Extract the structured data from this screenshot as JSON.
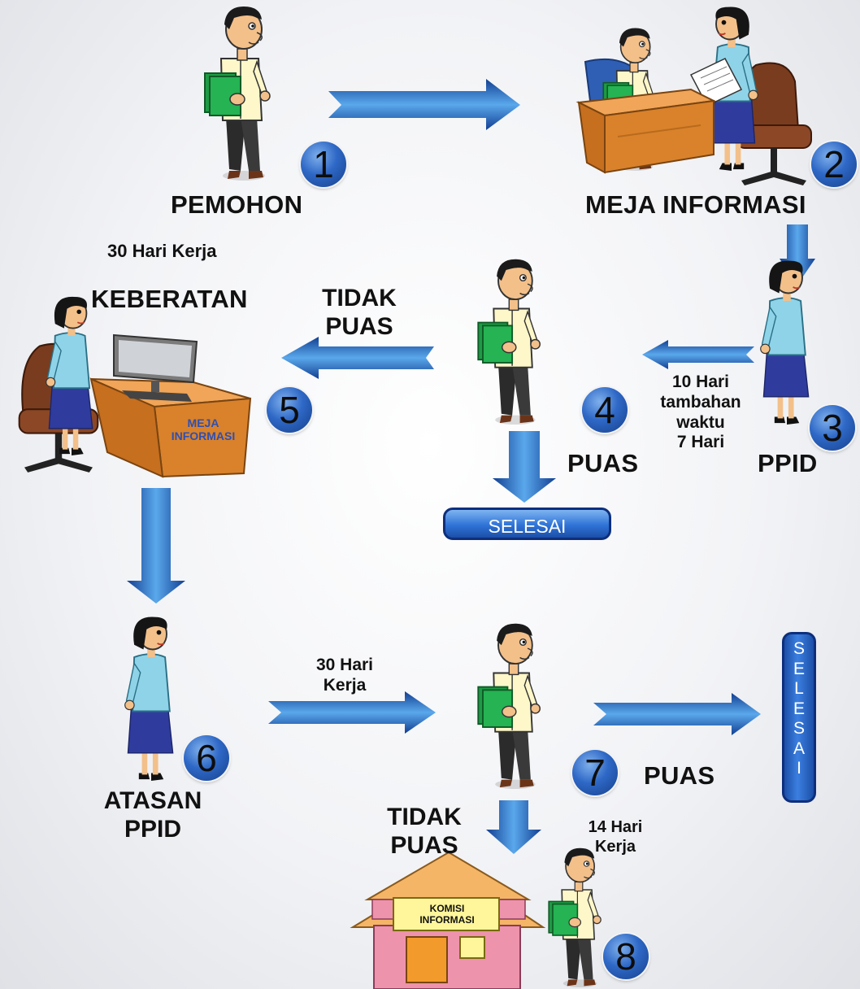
{
  "labels": {
    "pemohon": "PEMOHON",
    "meja_informasi": "MEJA INFORMASI",
    "ppid": "PPID",
    "puas_4": "PUAS",
    "tidak_puas_top_1": "TIDAK",
    "tidak_puas_top_2": "PUAS",
    "keberatan": "KEBERATAN",
    "hari_kerja_30_top": "30 Hari Kerja",
    "tambahan_1": "10 Hari",
    "tambahan_2": "tambahan",
    "tambahan_3": "waktu",
    "tambahan_4": "7 Hari",
    "desk_sign_1": "MEJA",
    "desk_sign_2": "INFORMASI",
    "atasan_1": "ATASAN",
    "atasan_2": "PPID",
    "hari_kerja_30_bottom_1": "30 Hari",
    "hari_kerja_30_bottom_2": "Kerja",
    "puas_7": "PUAS",
    "tidak_puas_bottom_1": "TIDAK",
    "tidak_puas_bottom_2": "PUAS",
    "hari_kerja_14_1": "14 Hari",
    "hari_kerja_14_2": "Kerja",
    "komisi_1": "KOMISI",
    "komisi_2": "INFORMASI"
  },
  "selesai": {
    "horizontal": "SELESAI",
    "vertical_letters": [
      "S",
      "E",
      "L",
      "E",
      "S",
      "A",
      "I"
    ]
  },
  "steps": [
    "1",
    "2",
    "3",
    "4",
    "5",
    "6",
    "7",
    "8"
  ],
  "colors": {
    "arrow_light": "#4f9fe6",
    "arrow_dark": "#123f92",
    "badge": "#2e68c6",
    "desk": "#d9822b",
    "chair": "#7a3c1e",
    "shirt_man": "#fdf7c9",
    "shirt_woman": "#8fd3e8",
    "house": "#ee93ac",
    "roof": "#f5b567"
  }
}
